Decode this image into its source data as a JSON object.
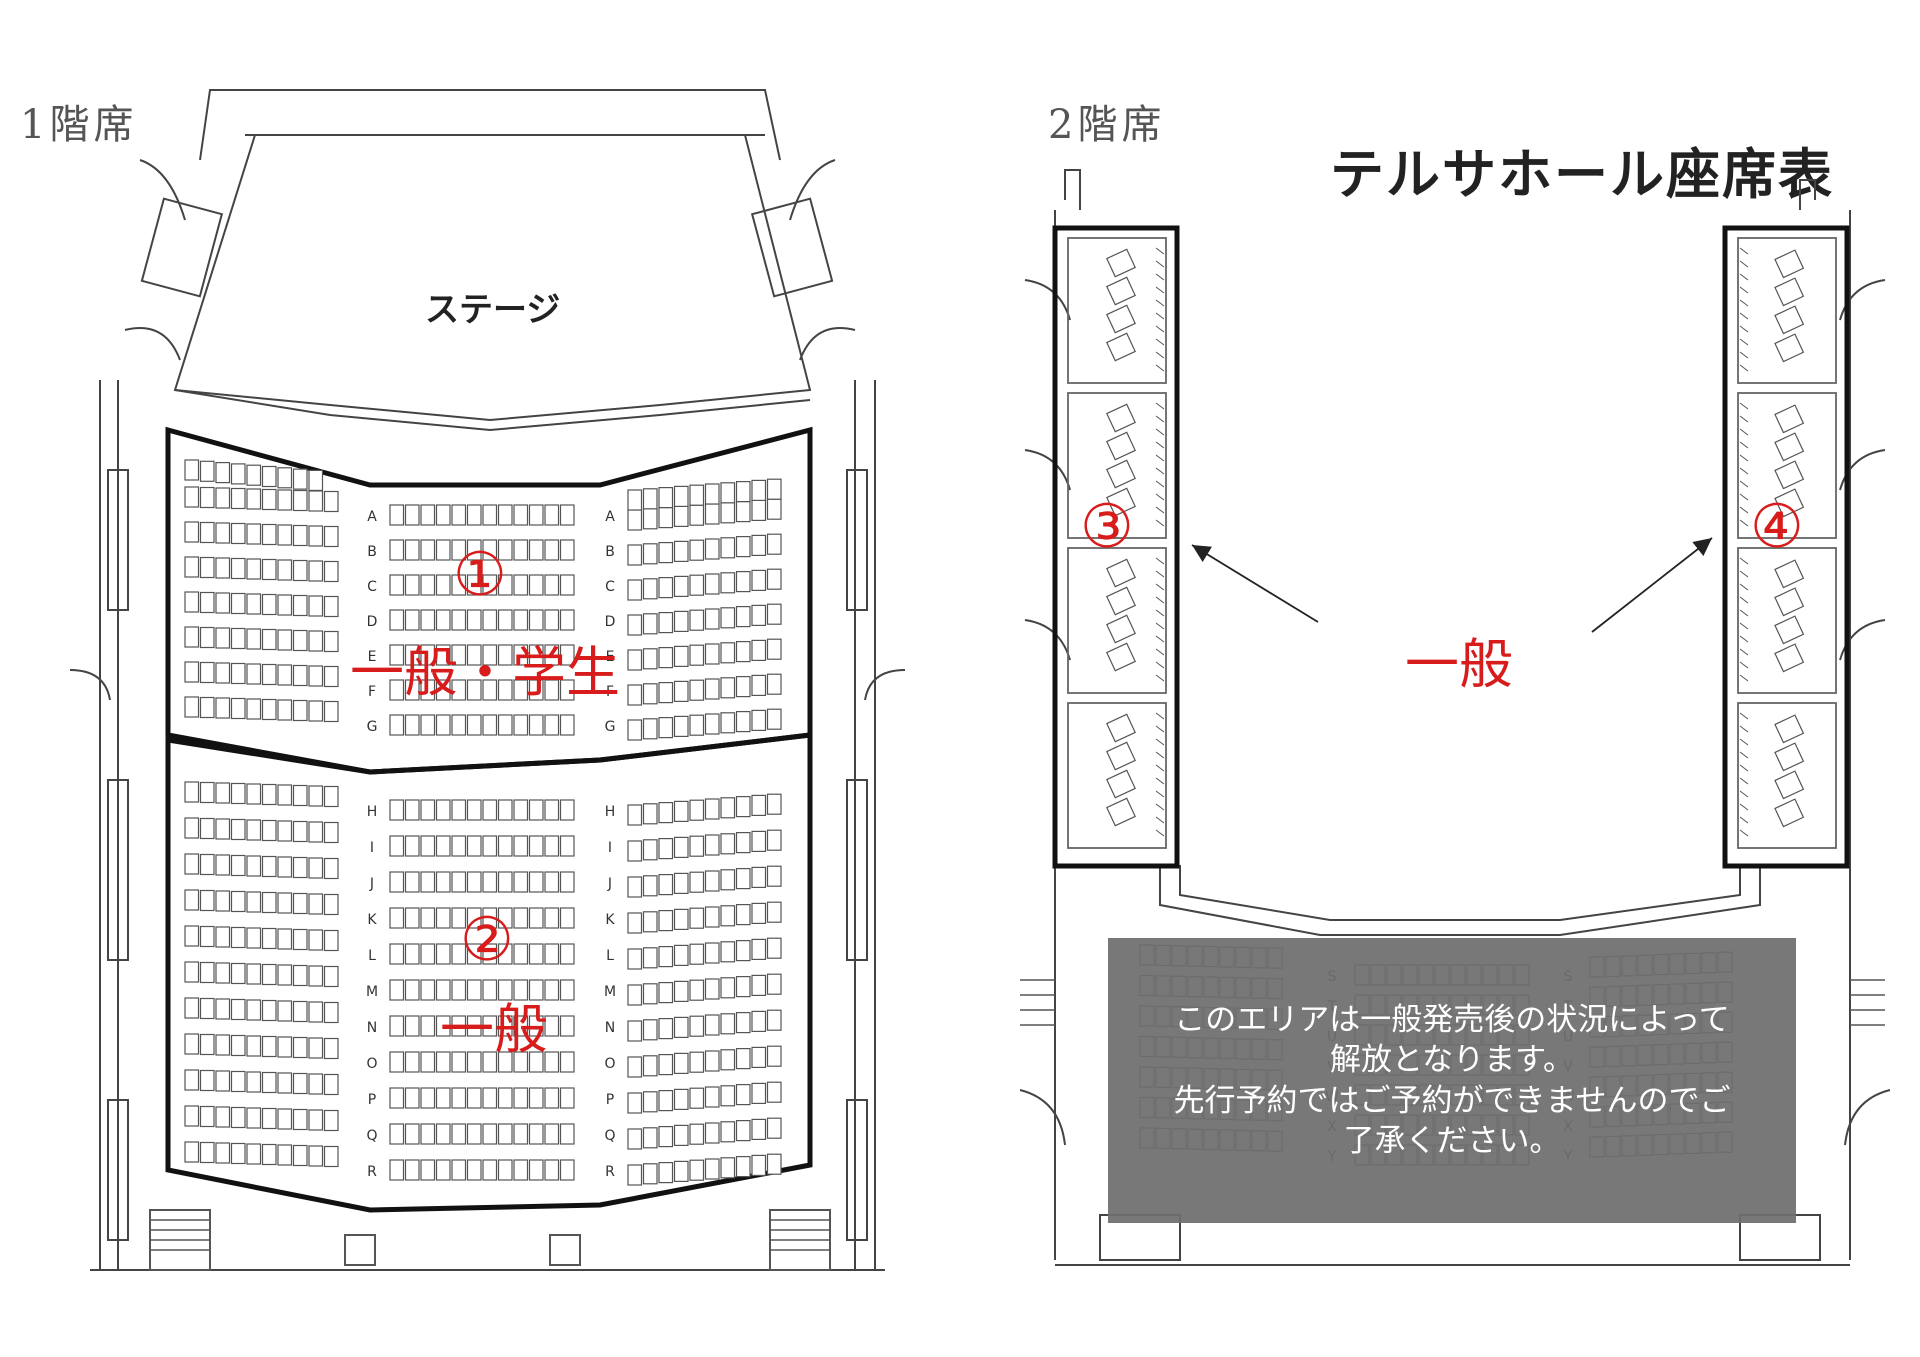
{
  "floor1": {
    "label": "1階席",
    "stage": "ステージ",
    "row_letters": [
      "A",
      "B",
      "C",
      "D",
      "E",
      "F",
      "G",
      "H",
      "I",
      "J",
      "K",
      "L",
      "M",
      "N",
      "O",
      "P",
      "Q",
      "R"
    ],
    "zone1": {
      "number": "①",
      "label": "一般・学生"
    },
    "zone2": {
      "number": "②",
      "label": "一般"
    }
  },
  "floor2": {
    "label": "2階席",
    "title": "テルサホール座席表",
    "row_letters": [
      "S",
      "T",
      "U",
      "V",
      "W",
      "X",
      "Y"
    ],
    "zone3": {
      "number": "③"
    },
    "zone4": {
      "number": "④"
    },
    "center_label": "一般",
    "notice": "このエリアは一般発売後の状況によって\n解放となります。\n先行予約ではご予約ができませんのでご\n了承ください。"
  },
  "colors": {
    "zone_text": "#d81c1c",
    "outline": "#111111",
    "seat": "#555555",
    "notice_bg": "#6e6e6e"
  }
}
